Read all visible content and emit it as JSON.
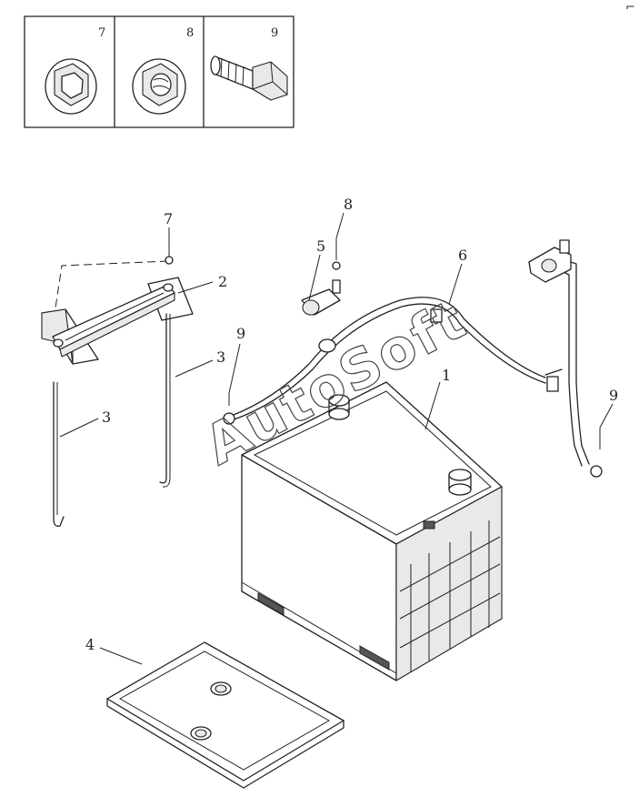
{
  "watermark": "AutoSoft",
  "corner_mark": "⌐",
  "inset_boxes": [
    {
      "number": "7",
      "part": "flange-nut"
    },
    {
      "number": "8",
      "part": "flange-nut-with-washer"
    },
    {
      "number": "9",
      "part": "flange-bolt"
    }
  ],
  "callouts": {
    "c1": "1",
    "c2": "2",
    "c3a": "3",
    "c3b": "3",
    "c4": "4",
    "c5": "5",
    "c6": "6",
    "c7": "7",
    "c8": "8",
    "c9a": "9",
    "c9b": "9"
  }
}
